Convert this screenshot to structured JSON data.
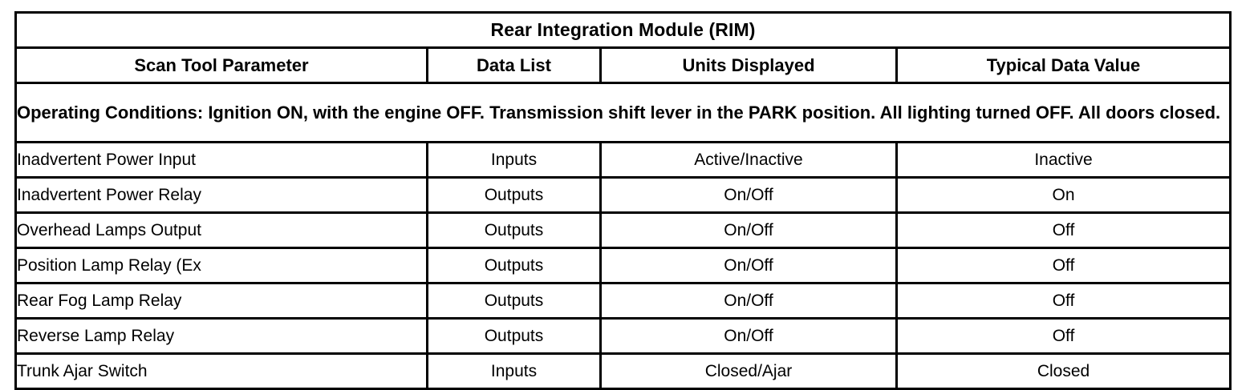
{
  "table": {
    "title": "Rear Integration Module (RIM)",
    "headers": [
      "Scan Tool Parameter",
      "Data List",
      "Units Displayed",
      "Typical Data Value"
    ],
    "operating_conditions": "Operating Conditions: Ignition ON, with the engine OFF. Transmission shift lever in the PARK position. All lighting turned OFF. All doors closed.",
    "rows": [
      {
        "parameter": "Inadvertent Power Input",
        "data_list": "Inputs",
        "units_displayed": "Active/Inactive",
        "typical_data_value": "Inactive"
      },
      {
        "parameter": "Inadvertent Power Relay",
        "data_list": "Outputs",
        "units_displayed": "On/Off",
        "typical_data_value": "On"
      },
      {
        "parameter": "Overhead Lamps Output",
        "data_list": "Outputs",
        "units_displayed": "On/Off",
        "typical_data_value": "Off"
      },
      {
        "parameter": "Position Lamp Relay (Ex",
        "data_list": "Outputs",
        "units_displayed": "On/Off",
        "typical_data_value": "Off"
      },
      {
        "parameter": "Rear Fog Lamp Relay",
        "data_list": "Outputs",
        "units_displayed": "On/Off",
        "typical_data_value": "Off"
      },
      {
        "parameter": "Reverse Lamp Relay",
        "data_list": "Outputs",
        "units_displayed": "On/Off",
        "typical_data_value": "Off"
      },
      {
        "parameter": "Trunk Ajar Switch",
        "data_list": "Inputs",
        "units_displayed": "Closed/Ajar",
        "typical_data_value": "Closed"
      }
    ]
  },
  "colors": {
    "border": "#000000",
    "background": "#ffffff",
    "text": "#000000"
  }
}
